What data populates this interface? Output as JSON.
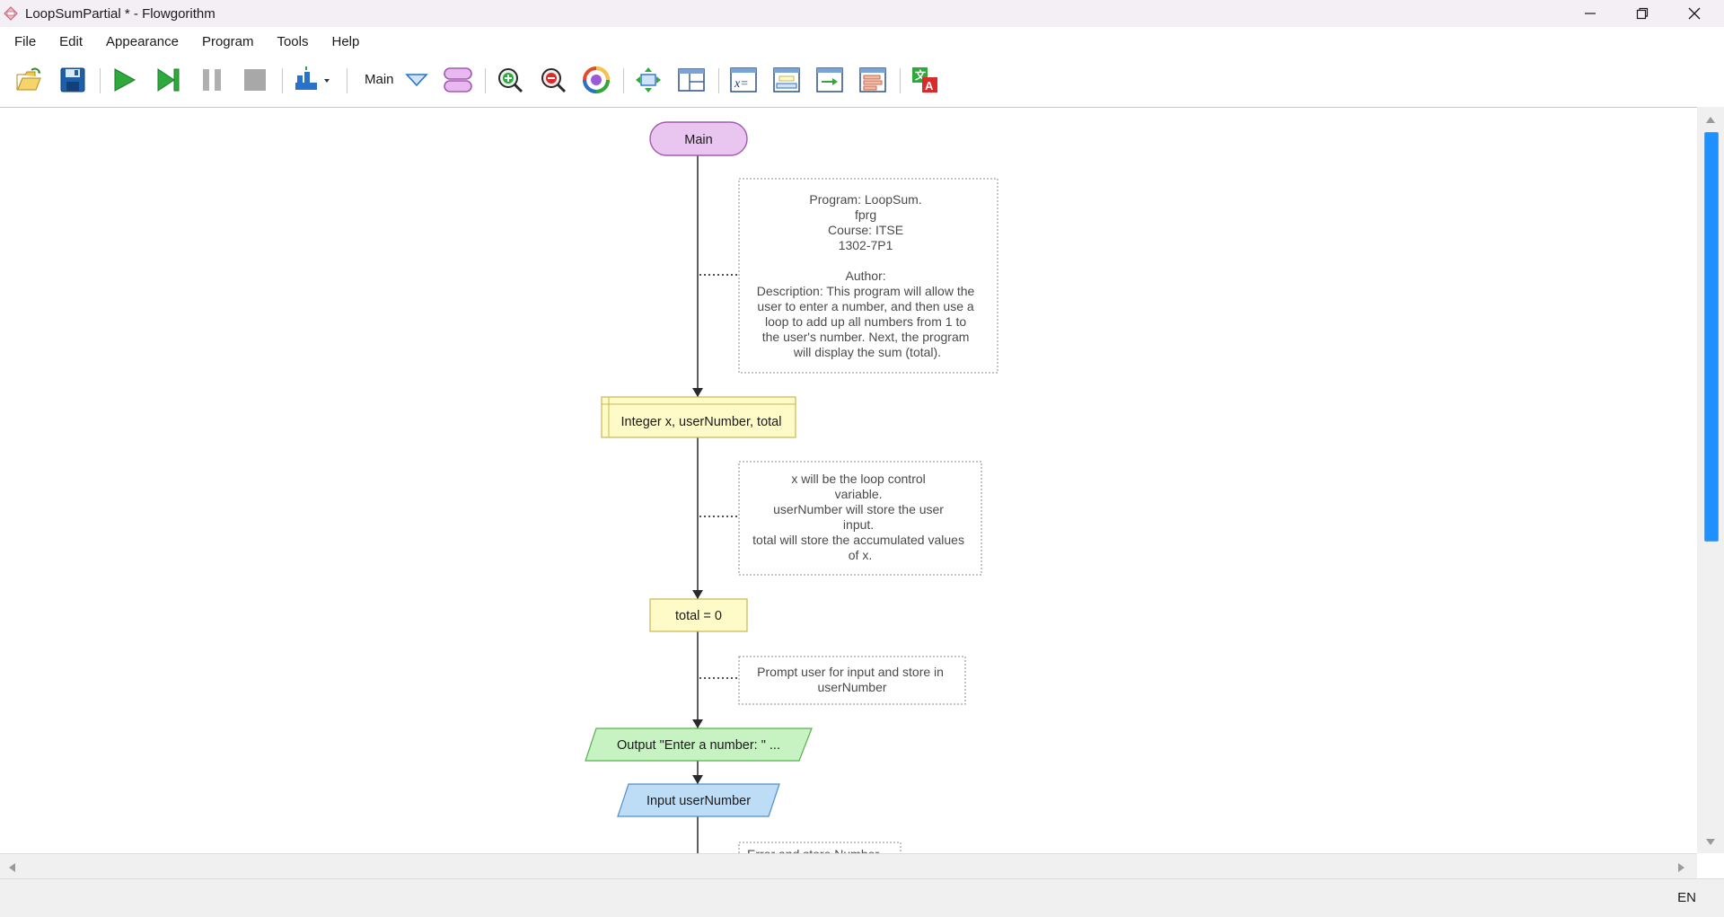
{
  "window": {
    "title": "LoopSumPartial * - Flowgorithm",
    "controls": [
      "minimize",
      "restore",
      "close"
    ]
  },
  "menu": {
    "items": [
      "File",
      "Edit",
      "Appearance",
      "Program",
      "Tools",
      "Help"
    ]
  },
  "toolbar": {
    "buttons": [
      "open-icon",
      "save-icon",
      "run-icon",
      "step-icon",
      "pause-icon",
      "stop-icon",
      "layout-icon",
      "function-list-icon",
      "zoom-in-icon",
      "zoom-out-icon",
      "color-icon",
      "fit-icon",
      "panels-icon",
      "variables-icon",
      "expressions-icon",
      "output-icon",
      "source-icon",
      "translate-icon"
    ],
    "function_label": "Main"
  },
  "flowchart": {
    "start_label": "Main",
    "comment_header": [
      "Program: LoopSum.",
      "fprg",
      "Course: ITSE",
      "1302-7P1",
      "",
      "Author:",
      "Description: This program will allow the",
      "user to enter a number, and then use a",
      "loop to add up all numbers from 1 to",
      "the user's number. Next, the program",
      "will display the sum (total)."
    ],
    "declare_label": "Integer x, userNumber, total",
    "comment_vars": [
      "x will be the loop control",
      "variable.",
      "userNumber will store the user",
      "input.",
      "total will store the accumulated values",
      "of x."
    ],
    "assign_label": "total = 0",
    "comment_prompt": [
      "Prompt user for input and store in",
      "userNumber"
    ],
    "output_label": "Output \"Enter a number: \" ...",
    "input_label": "Input userNumber",
    "comment_next_partial": "Error and store Number"
  },
  "colors": {
    "terminal_fill": "#e9c6f0",
    "terminal_stroke": "#a35ab0",
    "declare_fill": "#fffbc8",
    "declare_stroke": "#c8b850",
    "output_fill": "#c7f2c2",
    "output_stroke": "#5ab04f",
    "input_fill": "#bdddf7",
    "input_stroke": "#4f8fc9",
    "comment_stroke": "#8a8a8a"
  },
  "status": {
    "language": "EN"
  }
}
